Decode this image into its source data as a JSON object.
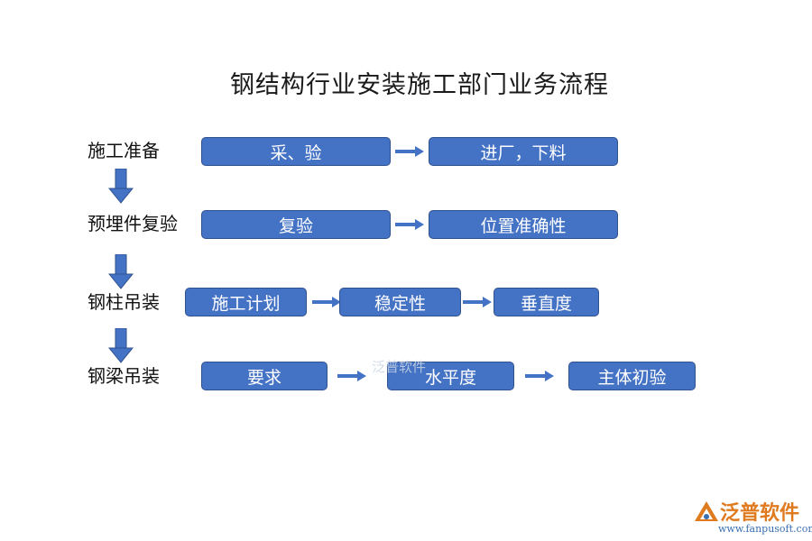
{
  "title": "钢结构行业安装施工部门业务流程",
  "rows": [
    {
      "label": "施工准备",
      "steps": [
        "采、验",
        "进厂，下料"
      ]
    },
    {
      "label": "预埋件复验",
      "steps": [
        "复验",
        "位置准确性"
      ]
    },
    {
      "label": "钢柱吊装",
      "steps": [
        "施工计划",
        "稳定性",
        "垂直度"
      ]
    },
    {
      "label": "钢梁吊装",
      "steps": [
        "要求",
        "水平度",
        "主体初验"
      ]
    }
  ],
  "watermark": "泛普软件",
  "logo": {
    "name": "泛普软件",
    "url": "www.fanpusoft.com"
  },
  "colors": {
    "box_fill": "#4472c4",
    "box_border": "#2f528f",
    "logo_orange": "#e07a1f",
    "logo_blue": "#3a6fb0"
  },
  "icons": {
    "horizontal_arrow": "arrow-right-icon",
    "vertical_arrow": "arrow-down-icon",
    "logo_mark": "fanpu-logo-icon"
  }
}
